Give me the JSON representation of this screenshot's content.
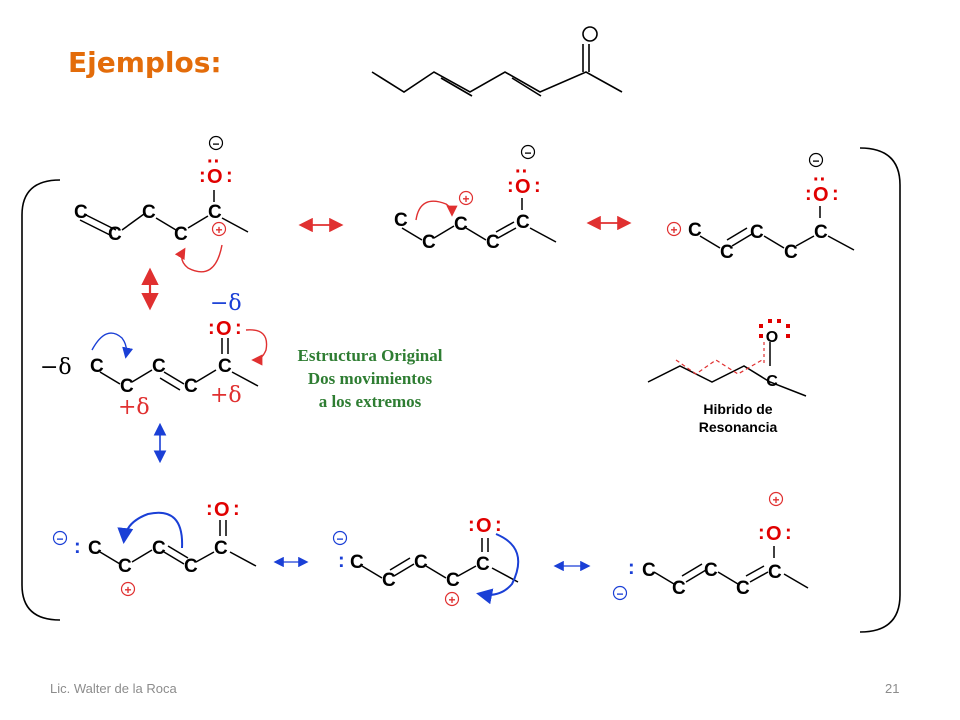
{
  "slide": {
    "title": "Ejemplos:",
    "footer_left": "Lic. Walter de la Roca",
    "page_number": "21"
  },
  "atoms": {
    "carbon": "C",
    "oxygen": "O",
    "lone_pair": ":",
    "lone_pair_top": "··"
  },
  "charges": {
    "plus": "+",
    "minus": "−"
  },
  "partial_charges": {
    "minus_delta": "−δ",
    "plus_delta": "+δ"
  },
  "caption": {
    "line1": "Estructura Original",
    "line2": "Dos movimientos",
    "line3": "a los extremos"
  },
  "hybrid": {
    "oxygen": "O",
    "carbon": "C",
    "line1": "Hibrido de",
    "line2": "Resonancia"
  },
  "colors": {
    "title": "#e36c0a",
    "oxygen": "#e00000",
    "red_arrow": "#e03030",
    "blue_arrow": "#1a3fd6",
    "caption": "#2e7d32",
    "charge_minus": "#1a3fd6",
    "charge_plus": "#e03030"
  }
}
